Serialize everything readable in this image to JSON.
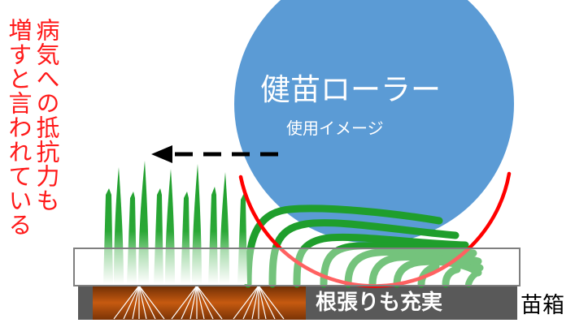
{
  "roller": {
    "title": "健苗ローラー",
    "subtitle": "使用イメージ"
  },
  "note": {
    "line1": "病気への抵抗力も",
    "line2": "増すと言われている"
  },
  "labels": {
    "roots": "根張りも充実",
    "seedling_box": "苗箱"
  },
  "colors": {
    "roller": "#5b9bd5",
    "contact_arc": "#ff0000",
    "seedlings": "#1f9e2c",
    "note_text": "#ff1a1a",
    "soil": "#c65a10",
    "box": "#595959"
  },
  "icons": {
    "direction_arrow": "dashed-left-arrow-icon"
  }
}
